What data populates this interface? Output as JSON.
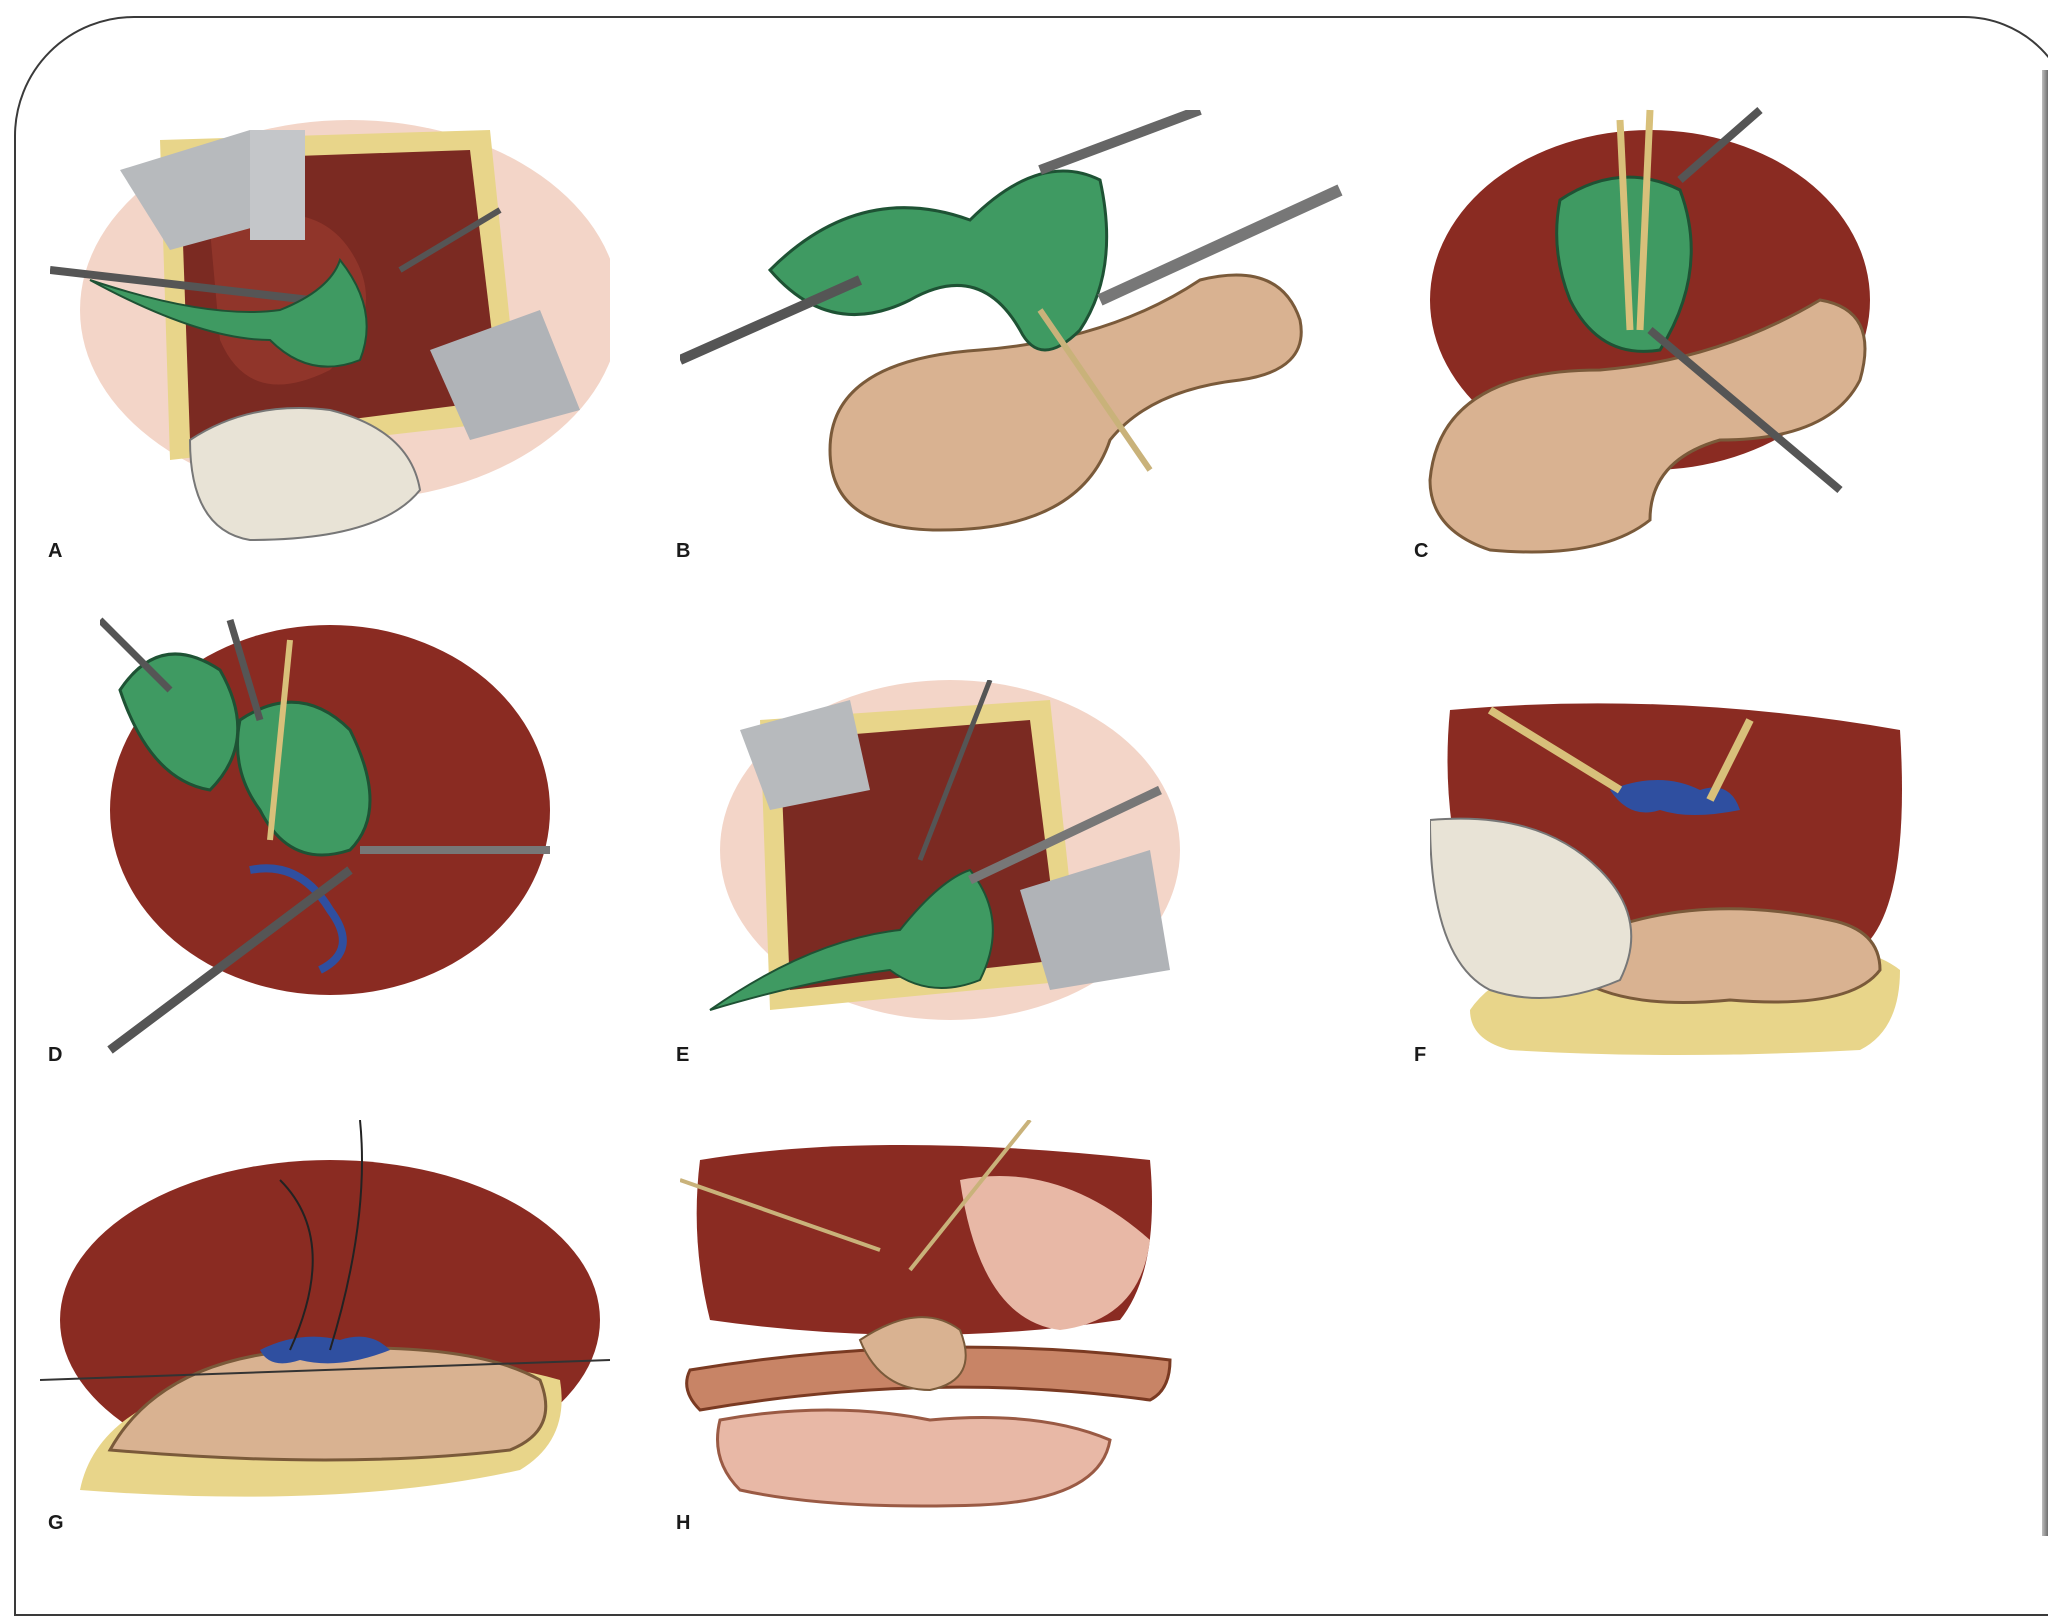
{
  "figure": {
    "panels": [
      {
        "id": "A",
        "label": "A"
      },
      {
        "id": "B",
        "label": "B"
      },
      {
        "id": "C",
        "label": "C"
      },
      {
        "id": "D",
        "label": "D"
      },
      {
        "id": "E",
        "label": "E"
      },
      {
        "id": "F",
        "label": "F"
      },
      {
        "id": "G",
        "label": "G"
      },
      {
        "id": "H",
        "label": "H"
      }
    ],
    "colors": {
      "liver": "#8a2b22",
      "gallbladder": "#3f9a62",
      "bowel": "#d9b291",
      "skin": "#f1d2c6",
      "fat": "#e8d58a",
      "vessel": "#2f4fa0",
      "steel": "#a9acb0",
      "glove": "#e8e3d6"
    }
  }
}
